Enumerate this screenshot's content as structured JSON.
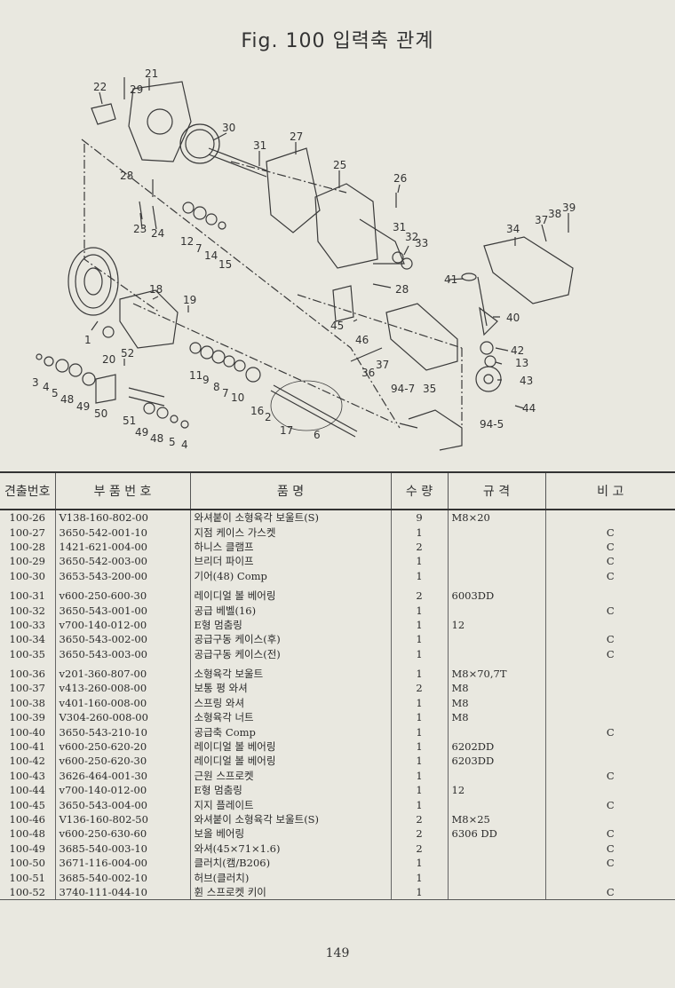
{
  "title": "Fig. 100   입력축 관계",
  "page_number": "149",
  "colors": {
    "paper": "#e9e8e0",
    "ink": "#2a2a2a"
  },
  "diagram_labels": [
    "22",
    "21",
    "29",
    "30",
    "27",
    "31",
    "25",
    "26",
    "28",
    "23",
    "24",
    "12",
    "7",
    "14",
    "15",
    "39",
    "38",
    "37",
    "34",
    "31",
    "32",
    "33",
    "41",
    "28",
    "18",
    "19",
    "40",
    "45",
    "46",
    "42",
    "13",
    "43",
    "1",
    "37",
    "36",
    "94-7",
    "35",
    "20",
    "52",
    "11",
    "9",
    "8",
    "7",
    "10",
    "16",
    "2",
    "44",
    "3",
    "4",
    "5",
    "48",
    "49",
    "50",
    "51",
    "49",
    "48",
    "5",
    "4",
    "17",
    "6",
    "94-5"
  ],
  "table": {
    "headers": [
      "견출번호",
      "부 품 번 호",
      "품                    명",
      "수 량",
      "규    격",
      "비  고"
    ],
    "rows": [
      {
        "no": "100-26",
        "part": "V138-160-802-00",
        "name": "와셔붙이 소형육각 보울트(S)",
        "qty": "9",
        "spec": "M8×20",
        "note": ""
      },
      {
        "no": "100-27",
        "part": "3650-542-001-10",
        "name": "지점 케이스 가스켓",
        "qty": "1",
        "spec": "",
        "note": "C"
      },
      {
        "no": "100-28",
        "part": "1421-621-004-00",
        "name": "하니스 클램프",
        "qty": "2",
        "spec": "",
        "note": "C"
      },
      {
        "no": "100-29",
        "part": "3650-542-003-00",
        "name": "브리더 파이프",
        "qty": "1",
        "spec": "",
        "note": "C"
      },
      {
        "no": "100-30",
        "part": "3653-543-200-00",
        "name": "기어(48) Comp",
        "qty": "1",
        "spec": "",
        "note": "C"
      },
      {
        "no": "100-31",
        "part": "v600-250-600-30",
        "name": "레이디얼 볼 베어링",
        "qty": "2",
        "spec": "6003DD",
        "note": "",
        "gap": true
      },
      {
        "no": "100-32",
        "part": "3650-543-001-00",
        "name": "공급 베벨(16)",
        "qty": "1",
        "spec": "",
        "note": "C"
      },
      {
        "no": "100-33",
        "part": "v700-140-012-00",
        "name": "E형 멈춤링",
        "qty": "1",
        "spec": "12",
        "note": ""
      },
      {
        "no": "100-34",
        "part": "3650-543-002-00",
        "name": "공급구동 케이스(후)",
        "qty": "1",
        "spec": "",
        "note": "C"
      },
      {
        "no": "100-35",
        "part": "3650-543-003-00",
        "name": "공급구동 케이스(전)",
        "qty": "1",
        "spec": "",
        "note": "C"
      },
      {
        "no": "100-36",
        "part": "v201-360-807-00",
        "name": "소형육각 보울트",
        "qty": "1",
        "spec": "M8×70,7T",
        "note": "",
        "gap": true
      },
      {
        "no": "100-37",
        "part": "v413-260-008-00",
        "name": "보통 평 와셔",
        "qty": "2",
        "spec": "M8",
        "note": ""
      },
      {
        "no": "100-38",
        "part": "v401-160-008-00",
        "name": "스프링 와셔",
        "qty": "1",
        "spec": "M8",
        "note": ""
      },
      {
        "no": "100-39",
        "part": "V304-260-008-00",
        "name": "소형육각 너트",
        "qty": "1",
        "spec": "M8",
        "note": ""
      },
      {
        "no": "100-40",
        "part": "3650-543-210-10",
        "name": "공급축 Comp",
        "qty": "1",
        "spec": "",
        "note": "C"
      },
      {
        "no": "100-41",
        "part": "v600-250-620-20",
        "name": "레이디얼 볼 베어링",
        "qty": "1",
        "spec": "6202DD",
        "note": ""
      },
      {
        "no": "100-42",
        "part": "v600-250-620-30",
        "name": "레이디얼 볼 베어링",
        "qty": "1",
        "spec": "6203DD",
        "note": ""
      },
      {
        "no": "100-43",
        "part": "3626-464-001-30",
        "name": "근원 스프로켓",
        "qty": "1",
        "spec": "",
        "note": "C"
      },
      {
        "no": "100-44",
        "part": "v700-140-012-00",
        "name": "E형 멈춤링",
        "qty": "1",
        "spec": "12",
        "note": ""
      },
      {
        "no": "100-45",
        "part": "3650-543-004-00",
        "name": "지지 플레이트",
        "qty": "1",
        "spec": "",
        "note": "C"
      },
      {
        "no": "100-46",
        "part": "V136-160-802-50",
        "name": "와셔붙이 소형육각 보울트(S)",
        "qty": "2",
        "spec": "M8×25",
        "note": ""
      },
      {
        "no": "100-48",
        "part": "v600-250-630-60",
        "name": "보올 베어링",
        "qty": "2",
        "spec": "6306 DD",
        "note": "C"
      },
      {
        "no": "100-49",
        "part": "3685-540-003-10",
        "name": "와셔(45×71×1.6)",
        "qty": "2",
        "spec": "",
        "note": "C"
      },
      {
        "no": "100-50",
        "part": "3671-116-004-00",
        "name": "클러치(캠/B206)",
        "qty": "1",
        "spec": "",
        "note": "C"
      },
      {
        "no": "100-51",
        "part": "3685-540-002-10",
        "name": "허브(클러치)",
        "qty": "1",
        "spec": "",
        "note": ""
      },
      {
        "no": "100-52",
        "part": "3740-111-044-10",
        "name": "휜 스프로켓 키이",
        "qty": "1",
        "spec": "",
        "note": "C"
      }
    ]
  }
}
